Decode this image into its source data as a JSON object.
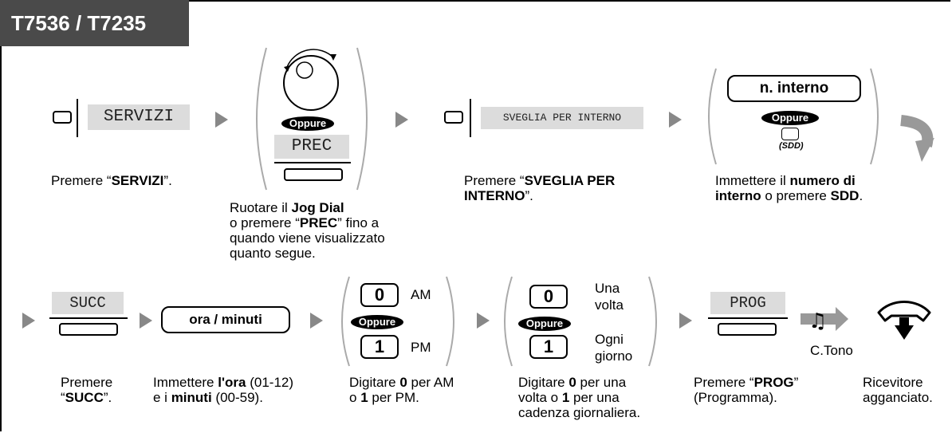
{
  "header": {
    "model": "T7536 / T7235"
  },
  "step1": {
    "display": "SERVIZI",
    "text_pre": "Premere “",
    "text_bold": "SERVIZI",
    "text_post": "”."
  },
  "step2": {
    "or_label": "Oppure",
    "display": "PREC",
    "line1_pre": "Ruotare il ",
    "line1_bold": "Jog Dial",
    "line2_pre": "o premere “",
    "line2_bold": "PREC",
    "line2_post": "” fino a",
    "line3": "quando viene visualizzato",
    "line4": "quanto segue."
  },
  "step3": {
    "display": "SVEGLIA PER INTERNO",
    "text_pre": "Premere “",
    "text_bold": "SVEGLIA PER",
    "text_bold2": "INTERNO",
    "text_post": "”."
  },
  "step4": {
    "ext_label": "n. interno",
    "or_label": "Oppure",
    "sdd_label": "(SDD)",
    "line1_pre": "Immettere il ",
    "line1_bold": "numero di",
    "line2_bold": "interno",
    "line2_mid": " o premere ",
    "line2_bold2": "SDD",
    "line2_post": "."
  },
  "step5": {
    "display": "SUCC",
    "line1": "Premere",
    "line2_pre": "“",
    "line2_bold": "SUCC",
    "line2_post": "”."
  },
  "step6": {
    "input_label": "ora / minuti",
    "line1_pre": "Immettere ",
    "line1_bold": "l'ora",
    "line1_post": " (01-12)",
    "line2_pre": "e i ",
    "line2_bold": "minuti",
    "line2_post": " (00-59)."
  },
  "step7": {
    "key0": "0",
    "key0_label": "AM",
    "or_label": "Oppure",
    "key1": "1",
    "key1_label": "PM",
    "line1_pre": "Digitare ",
    "line1_bold": "0",
    "line1_post": " per AM",
    "line2_pre": "o ",
    "line2_bold": "1",
    "line2_post": " per PM."
  },
  "step8": {
    "key0": "0",
    "key0_label1": "Una",
    "key0_label2": "volta",
    "or_label": "Oppure",
    "key1": "1",
    "key1_label1": "Ogni",
    "key1_label2": "giorno",
    "line1_pre": "Digitare ",
    "line1_bold": "0",
    "line1_post": " per una",
    "line2_pre": "volta o ",
    "line2_bold": "1",
    "line2_post": " per una",
    "line3": "cadenza giornaliera."
  },
  "step9": {
    "display": "PROG",
    "line1_pre": "Premere “",
    "line1_bold": "PROG",
    "line1_post": "”",
    "line2": "(Programma)."
  },
  "step10": {
    "tone_label": "C.Tono",
    "line1": "Ricevitore",
    "line2": "agganciato."
  }
}
